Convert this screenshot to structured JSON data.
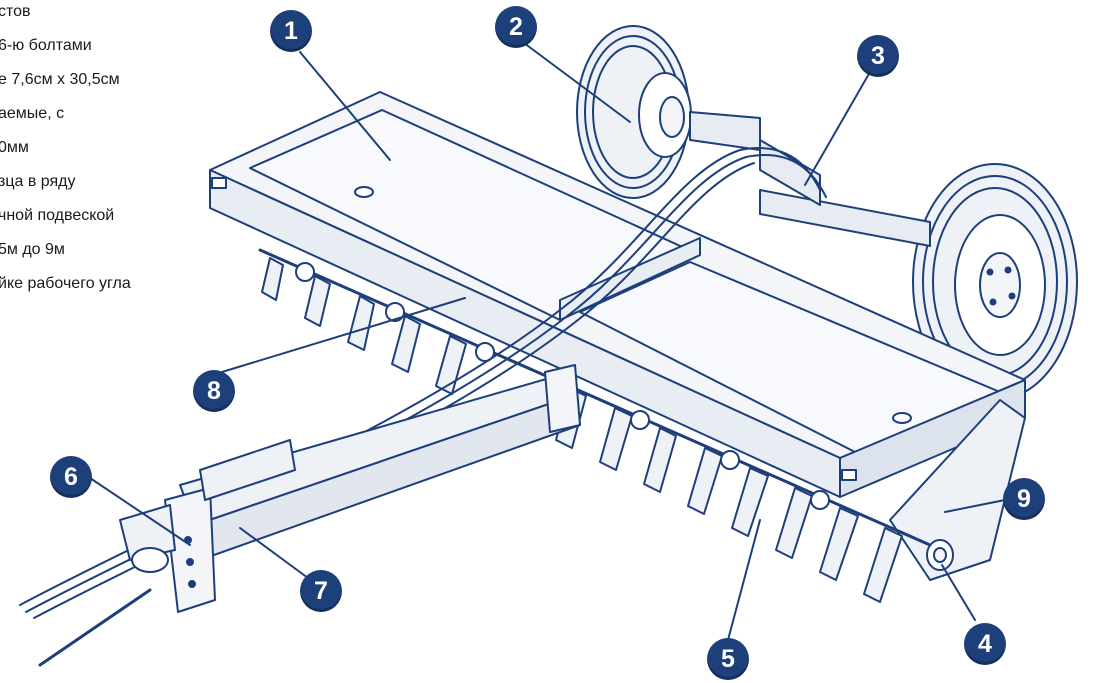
{
  "spec_lines": [
    "стов",
    "6-ю болтами",
    "е 7,6см х 30,5см",
    "аемые, с",
    "0мм",
    "зца в ряду",
    "чной подвеской",
    "5м до 9м",
    "йке рабочего угла"
  ],
  "callouts": [
    "1",
    "2",
    "3",
    "4",
    "5",
    "6",
    "7",
    "8",
    "9"
  ],
  "colors": {
    "line": "#1d3f7a",
    "callout_fill": "#1d3f7a",
    "callout_text": "#ffffff",
    "frame_fill": "#f3f5f9",
    "wheel_fill": "#eef1f6"
  }
}
